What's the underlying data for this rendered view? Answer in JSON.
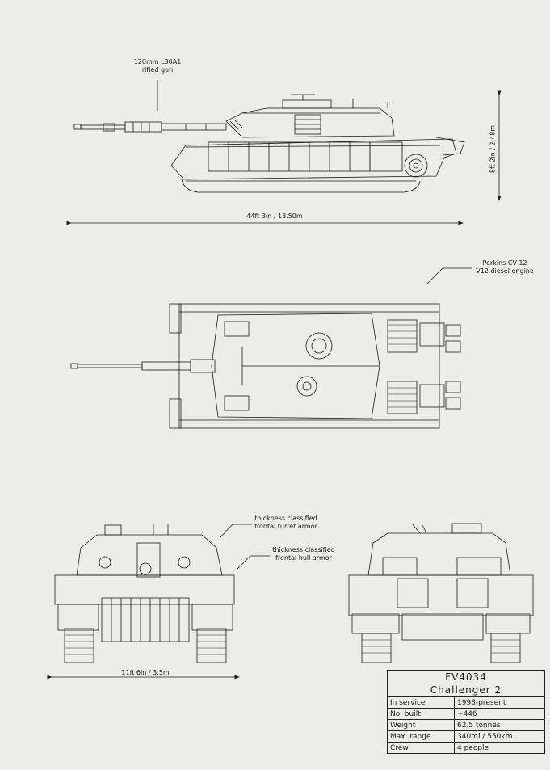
{
  "annotations": {
    "gun_line1": "120mm L30A1",
    "gun_line2": "rifled gun",
    "height": "8ft 2in / 2.48m",
    "length": "44ft 3in / 13.50m",
    "engine_line1": "Perkins CV-12",
    "engine_line2": "V12 diesel engine",
    "turret_line1": "thickness classified",
    "turret_line2": "frontal turret armor",
    "hull_line1": "thickness classified",
    "hull_line2": "frontal hull armor",
    "width": "11ft 6in / 3.5m"
  },
  "spec": {
    "designation": "FV4034",
    "name": "Challenger 2",
    "rows": [
      {
        "label": "In service",
        "value": "1998-present"
      },
      {
        "label": "No. built",
        "value": "~446"
      },
      {
        "label": "Weight",
        "value": "62.5 tonnes"
      },
      {
        "label": "Max. range",
        "value": "340mi / 550km"
      },
      {
        "label": "Crew",
        "value": "4 people"
      }
    ]
  },
  "colors": {
    "paper": "#ececeb",
    "ink": "#1a1a1a"
  }
}
